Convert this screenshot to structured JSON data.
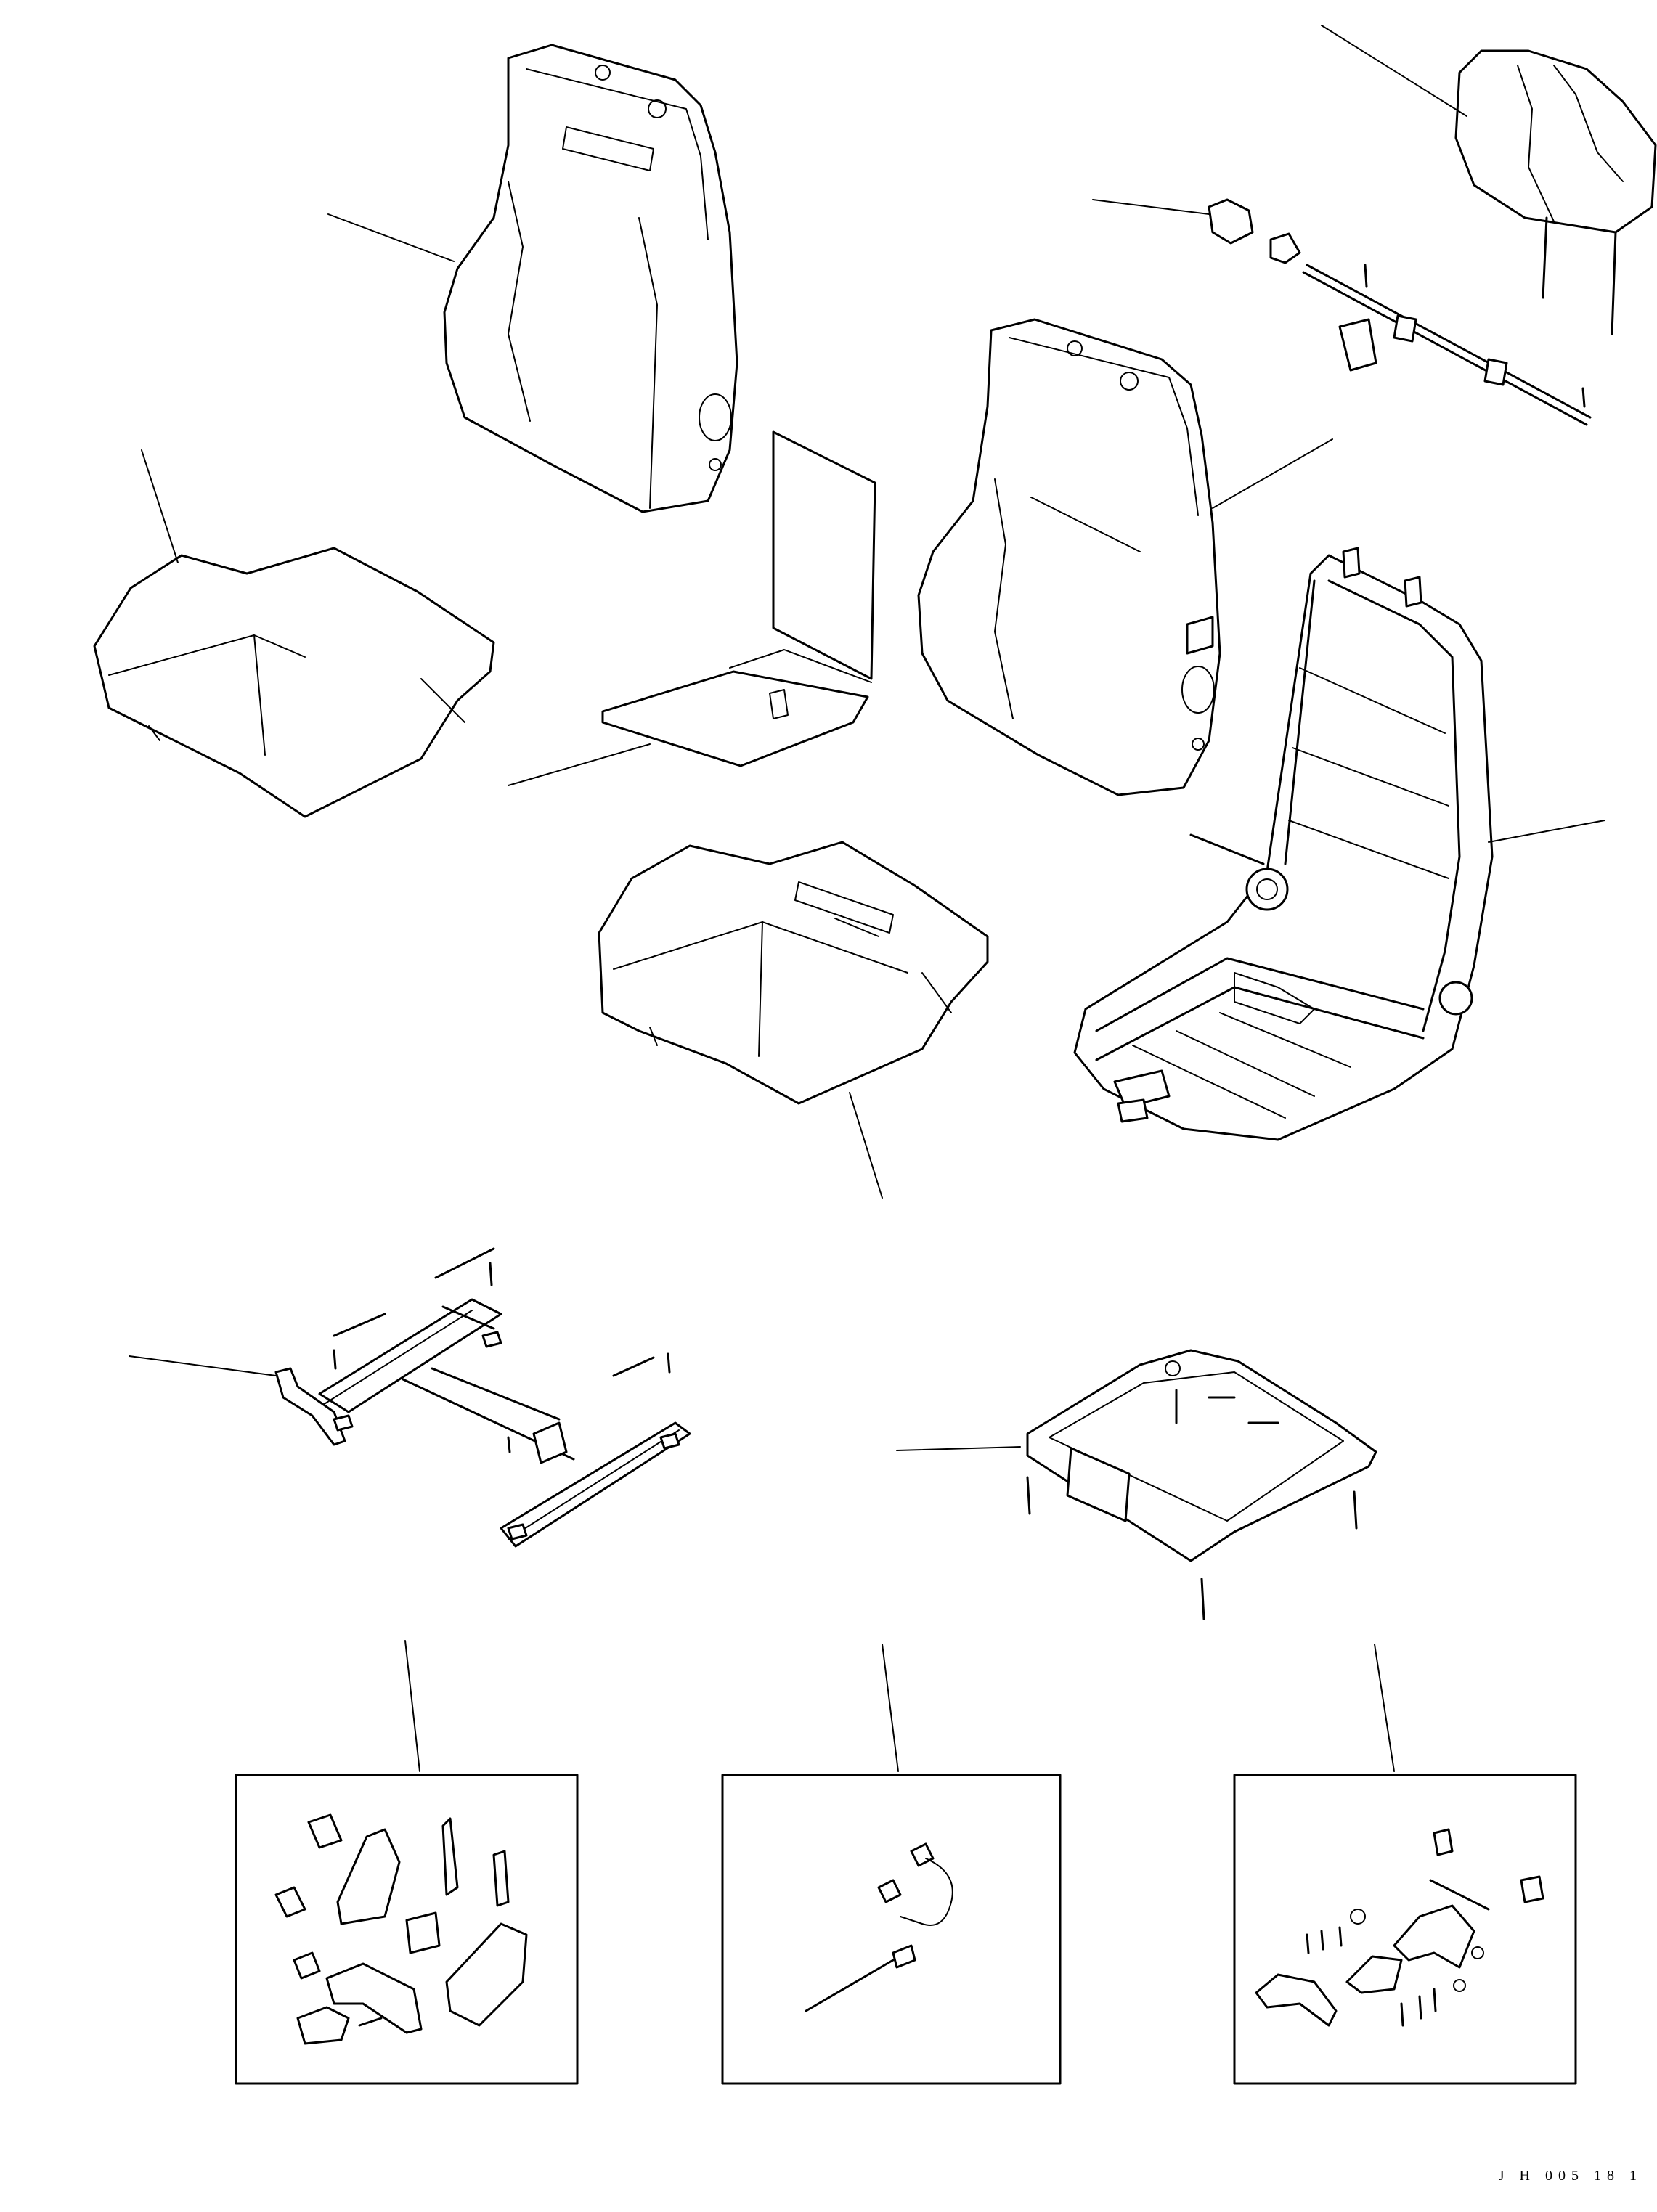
{
  "drawing": {
    "code_text": "J H 005  18  1"
  },
  "parts": [
    "seat-back-cushion-upper-left",
    "headrest",
    "headrest-bracket-rod",
    "seat-cushion-left",
    "back-board-panel",
    "seat-back-cushion-right",
    "seat-frame",
    "seat-cushion-center",
    "slide-rail-assembly",
    "seat-bracket-plate",
    "detail-box-recliner-parts",
    "detail-box-wire-harness",
    "detail-box-lever-parts"
  ]
}
